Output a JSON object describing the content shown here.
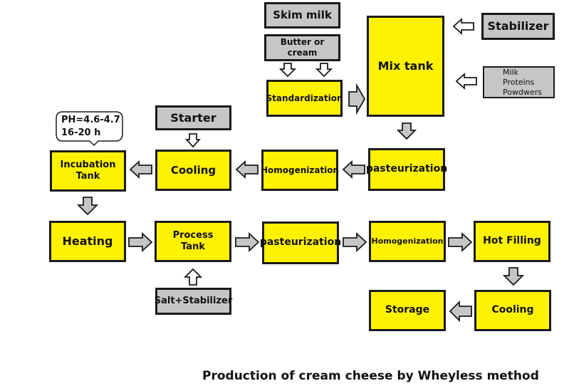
{
  "title": "Production of cream cheese by Wheyless method",
  "colors": {
    "process": "#fff200",
    "input": "#c6c6c6",
    "border": "#1a1a1a",
    "arrow_fill": "#c6c6c6"
  },
  "inputs": {
    "skim_milk": "Skim milk",
    "butter_cream": "Butter or cream",
    "stabilizer": "Stabilizer",
    "milk_proteins": [
      "Milk",
      "Proteins",
      "Powdwers"
    ],
    "starter": "Starter",
    "salt_stabilizer": "Salt+Stabilizer"
  },
  "steps": {
    "standardization": "Standardization",
    "mix_tank": "Mix tank",
    "pasteurization_1": "pasteurization",
    "homogenization_1": "Homogenization",
    "cooling_1": "Cooling",
    "incubation_tank": [
      "Incubation",
      "Tank"
    ],
    "heating": "Heating",
    "process_tank": [
      "Process",
      "Tank"
    ],
    "pasteurization_2": "pasteurization",
    "homogenization_2": "Homogenization",
    "hot_filling": "Hot Filling",
    "cooling_2": "Cooling",
    "storage": "Storage"
  },
  "callout": {
    "line1": "PH=4.6-4.7",
    "line2": "16-20 h"
  }
}
